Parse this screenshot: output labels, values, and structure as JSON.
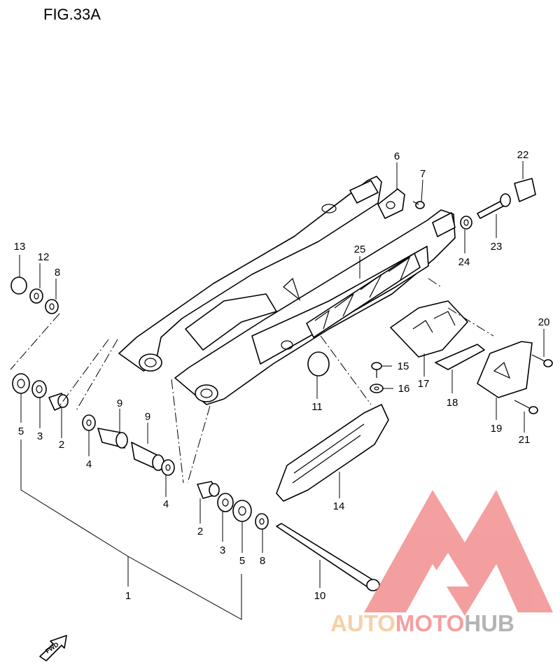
{
  "figure": {
    "title": "FIG.33A"
  },
  "callouts": [
    "1",
    "2",
    "3",
    "4",
    "5",
    "6",
    "7",
    "8",
    "9",
    "10",
    "11",
    "12",
    "13",
    "14",
    "15",
    "16",
    "17",
    "18",
    "19",
    "20",
    "21",
    "22",
    "23",
    "24",
    "25"
  ],
  "arrow_label": "FWD",
  "watermark": {
    "word_parts": [
      "AUTO",
      "MOTO",
      "HUB"
    ],
    "colors": {
      "auto": "#f5c08a",
      "moto": "#f27f7f",
      "hub": "#9b9b9b",
      "mark": "#f08080"
    }
  }
}
